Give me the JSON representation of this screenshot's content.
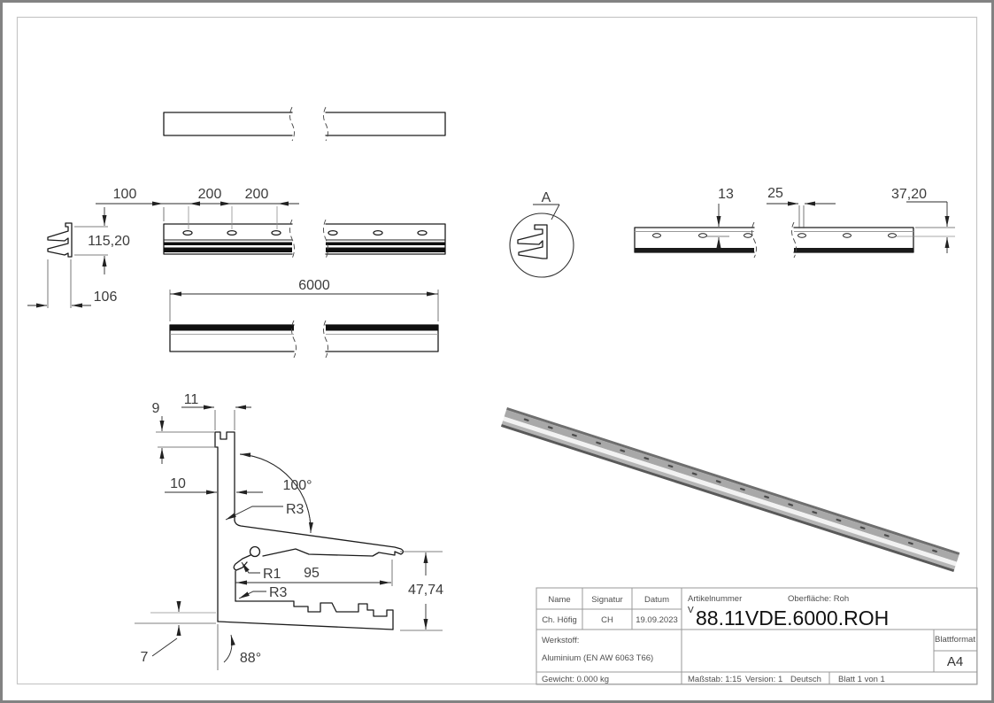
{
  "dims": {
    "offset100": "100",
    "pitch200a": "200",
    "pitch200b": "200",
    "height11520": "115,20",
    "width106": "106",
    "length6000": "6000",
    "detail_label": "A",
    "edge13": "13",
    "slot25": "25",
    "width3720": "37,20",
    "lip9": "9",
    "tab11": "11",
    "wall10": "10",
    "angle100": "100°",
    "r3top": "R3",
    "r1": "R1",
    "inner95": "95",
    "r3bottom": "R3",
    "height4774": "47,74",
    "bottom7": "7",
    "angle88": "88°"
  },
  "titleblock": {
    "name_label": "Name",
    "signatur_label": "Signatur",
    "datum_label": "Datum",
    "name_value": "Ch. Höfig",
    "signatur_value": "CH",
    "datum_value": "19.09.2023",
    "artikelnummer_label": "Artikelnummer",
    "oberflaeche_label": "Oberfläche:  Roh",
    "artikelnummer_prefix": "V",
    "artikelnummer_value": "88.11VDE.6000.ROH",
    "werkstoff_label": "Werkstoff:",
    "werkstoff_value": "Aluminium (EN AW 6063 T66)",
    "blattformat_label": "Blattformat",
    "blattformat_value": "A4",
    "gewicht": "Gewicht: 0.000 kg",
    "massstab": "Maßstab: 1:15",
    "version": "Version: 1",
    "sprache": "Deutsch",
    "blatt": "Blatt 1 von 1"
  },
  "colors": {
    "line": "#1c1c1c",
    "ext": "#8e8e8e",
    "table": "#9a9a9a",
    "band": "#0f0f0f",
    "metal_light": "#f2f2f2",
    "metal_mid": "#a8a8a8",
    "metal_dark": "#595959"
  }
}
